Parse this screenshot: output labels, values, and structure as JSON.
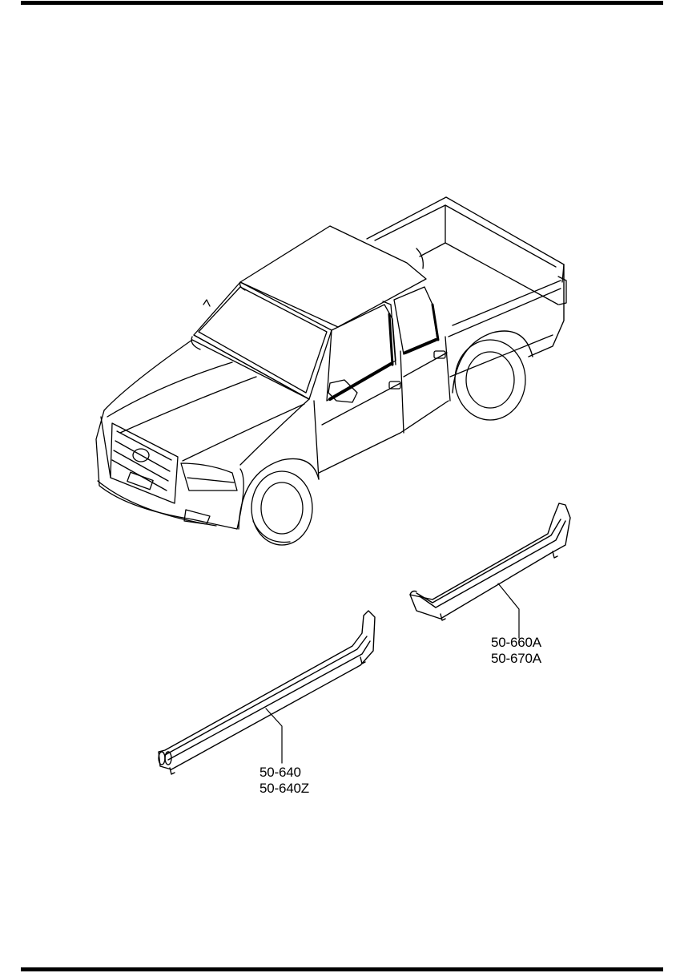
{
  "callouts": {
    "rear_weatherstrip": {
      "line1": "50-660A",
      "line2": "50-670A"
    },
    "front_weatherstrip": {
      "line1": "50-640",
      "line2": "50-640Z"
    }
  },
  "colors": {
    "ink": "#000000",
    "paper": "#ffffff"
  }
}
